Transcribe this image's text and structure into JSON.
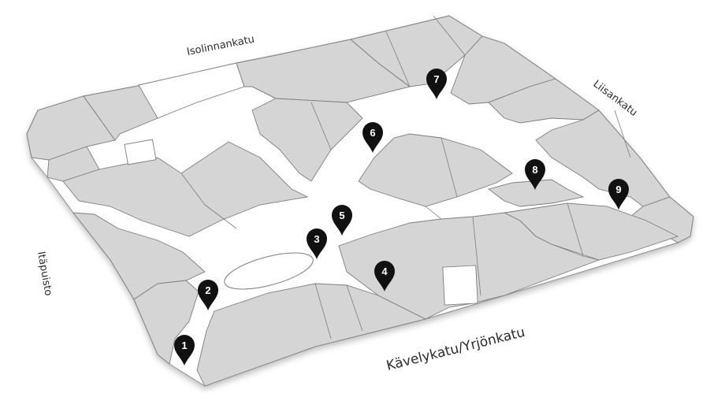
{
  "streets": {
    "north": "Isolinnankatu",
    "east": "Liisankatu",
    "west": "Itäpuisto",
    "south": "Kävelykatu/Yrjönkatu"
  },
  "markers": [
    {
      "label": "1"
    },
    {
      "label": "2"
    },
    {
      "label": "3"
    },
    {
      "label": "4"
    },
    {
      "label": "5"
    },
    {
      "label": "6"
    },
    {
      "label": "7"
    },
    {
      "label": "8"
    },
    {
      "label": "9"
    }
  ],
  "colors": {
    "block_fill": "#d5d5d5",
    "block_stroke": "#7d7d7d",
    "walkway": "#ffffff",
    "marker": "#111111",
    "marker_text": "#ffffff",
    "label_text": "#2b2b2b"
  }
}
